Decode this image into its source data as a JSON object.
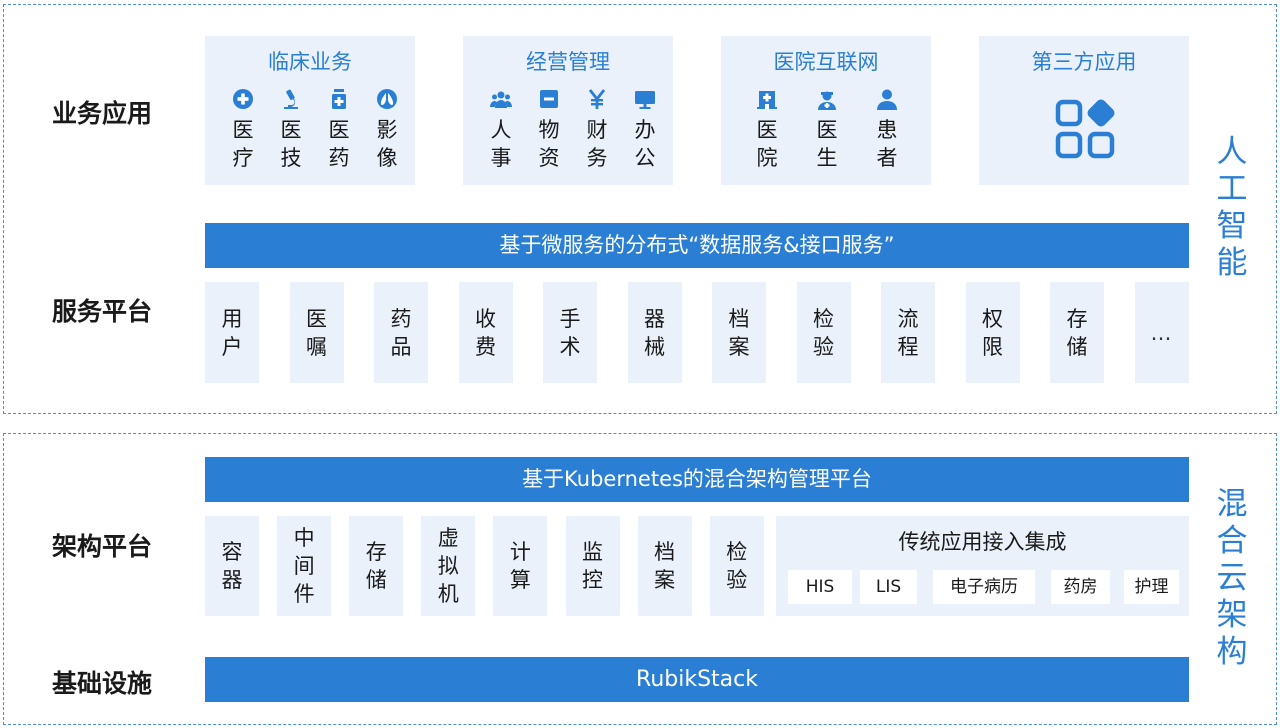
{
  "side_labels": {
    "ai": "人工智能",
    "hybrid_cloud": "混合云架构"
  },
  "rows": {
    "business_apps": "业务应用",
    "service_platform": "服务平台",
    "arch_platform": "架构平台",
    "infrastructure": "基础设施"
  },
  "business_panels": [
    {
      "title": "临床业务",
      "items": [
        {
          "label": "医疗",
          "icon": "plus-circle-icon"
        },
        {
          "label": "医技",
          "icon": "microscope-icon"
        },
        {
          "label": "医药",
          "icon": "medicine-bottle-icon"
        },
        {
          "label": "影像",
          "icon": "lungs-icon"
        }
      ]
    },
    {
      "title": "经营管理",
      "items": [
        {
          "label": "人事",
          "icon": "people-group-icon"
        },
        {
          "label": "物资",
          "icon": "box-minus-icon"
        },
        {
          "label": "财务",
          "icon": "yen-icon"
        },
        {
          "label": "办公",
          "icon": "monitor-icon"
        }
      ]
    },
    {
      "title": "医院互联网",
      "items": [
        {
          "label": "医院",
          "icon": "hospital-icon"
        },
        {
          "label": "医生",
          "icon": "doctor-icon"
        },
        {
          "label": "患者",
          "icon": "patient-icon"
        }
      ]
    },
    {
      "title": "第三方应用",
      "icon": "app-grid-icon"
    }
  ],
  "service_bar": "基于微服务的分布式“数据服务&接口服务”",
  "service_tiles": [
    "用户",
    "医嘱",
    "药品",
    "收费",
    "手术",
    "器械",
    "档案",
    "检验",
    "流程",
    "权限",
    "存储",
    "…"
  ],
  "k8s_bar": "基于Kubernetes的混合架构管理平台",
  "arch_tiles": [
    "容器",
    "中间件",
    "存储",
    "虚拟机",
    "计算",
    "监控",
    "档案",
    "检验"
  ],
  "legacy": {
    "title": "传统应用接入集成",
    "chips": [
      "HIS",
      "LIS",
      "电子病历",
      "药房",
      "护理"
    ]
  },
  "infra_bar": "RubikStack",
  "colors": {
    "accent": "#2a7fd4",
    "tile_bg": "#eaf1fb",
    "frame": "#4a90d9"
  }
}
